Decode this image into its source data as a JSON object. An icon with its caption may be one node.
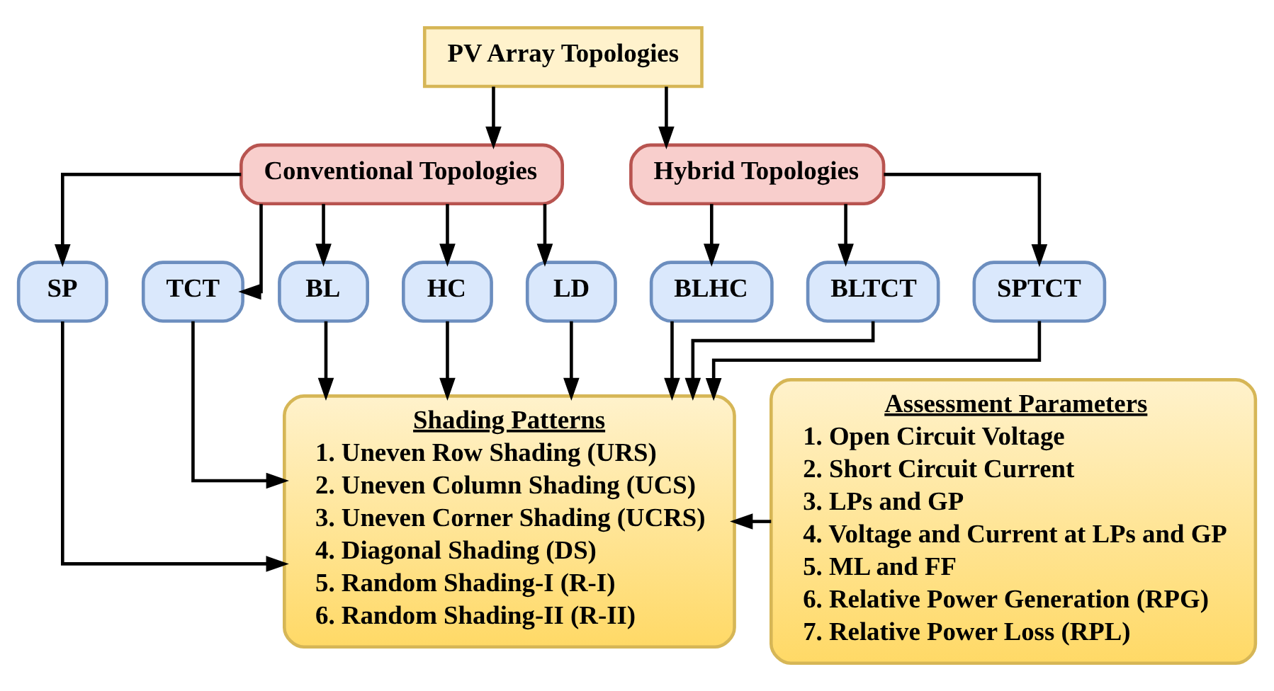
{
  "diagram": {
    "nodes": [
      {
        "text": [
          "PV Array Topologies"
        ]
      },
      {
        "text": [
          "Conventional Topologies"
        ]
      },
      {
        "text": [
          "Hybrid Topologies"
        ]
      },
      {
        "text": [
          "SP"
        ]
      },
      {
        "text": [
          "TCT"
        ]
      },
      {
        "text": [
          "BL"
        ]
      },
      {
        "text": [
          "HC"
        ]
      },
      {
        "text": [
          "LD"
        ]
      },
      {
        "text": [
          "BLHC"
        ]
      },
      {
        "text": [
          "BLTCT"
        ]
      },
      {
        "text": [
          "SPTCT"
        ]
      },
      {
        "text": [
          "Shading Patterns",
          "1. Uneven Row Shading (URS)",
          "2. Uneven Column Shading (UCS)",
          "3. Uneven Corner Shading (UCRS)",
          "4. Diagonal Shading (DS)",
          "5. Random Shading-I (R-I)",
          "6. Random Shading-II (R-II)"
        ]
      },
      {
        "text": [
          "Assessment Parameters",
          "1. Open Circuit Voltage",
          "2. Short Circuit Current",
          "3. LPs and GP",
          "4. Voltage and Current at LPs and GP",
          "5. ML and FF",
          "6. Relative Power Generation (RPG)",
          "7. Relative Power Loss (RPL)"
        ]
      }
    ],
    "edges": [
      {
        "from": 0,
        "to": 1,
        "arrow": "to"
      },
      {
        "from": 0,
        "to": 2,
        "arrow": "to"
      },
      {
        "from": 1,
        "to": 3,
        "arrow": "to"
      },
      {
        "from": 1,
        "to": 4,
        "arrow": "to"
      },
      {
        "from": 1,
        "to": 5,
        "arrow": "to"
      },
      {
        "from": 1,
        "to": 6,
        "arrow": "to"
      },
      {
        "from": 1,
        "to": 7,
        "arrow": "to"
      },
      {
        "from": 2,
        "to": 8,
        "arrow": "to"
      },
      {
        "from": 2,
        "to": 9,
        "arrow": "to"
      },
      {
        "from": 2,
        "to": 10,
        "arrow": "to"
      },
      {
        "from": 3,
        "to": 11,
        "arrow": "to"
      },
      {
        "from": 4,
        "to": 11,
        "arrow": "to"
      },
      {
        "from": 5,
        "to": 11,
        "arrow": "to"
      },
      {
        "from": 6,
        "to": 11,
        "arrow": "to"
      },
      {
        "from": 7,
        "to": 11,
        "arrow": "to"
      },
      {
        "from": 8,
        "to": 11,
        "arrow": "to"
      },
      {
        "from": 9,
        "to": 11,
        "arrow": "to"
      },
      {
        "from": 10,
        "to": 11,
        "arrow": "to"
      },
      {
        "from": 12,
        "to": 11,
        "arrow": "to"
      }
    ]
  }
}
